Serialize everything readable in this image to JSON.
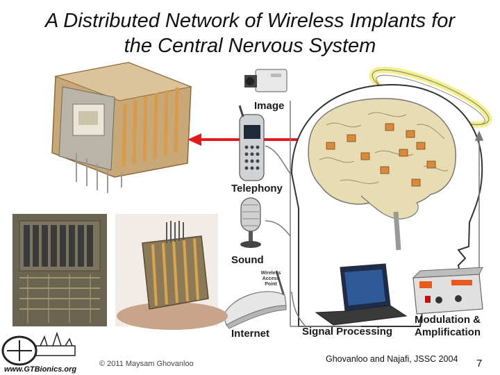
{
  "slide": {
    "title_line1": "A Distributed Network of Wireless Implants for",
    "title_line2": "the Central Nervous System",
    "page_number": "7",
    "copyright": "© 2011 Maysam Ghovanloo",
    "citation": "Ghovanloo and Najafi, JSSC 2004",
    "logo_url": "www.GTBionics.org"
  },
  "labels": {
    "image": "Image",
    "telephony": "Telephony",
    "sound": "Sound",
    "internet": "Internet",
    "signal_processing": "Signal Processing",
    "modulation_line1": "Modulation &",
    "modulation_line2": "Amplification",
    "access_point_line1": "Wireless",
    "access_point_line2": "Access",
    "access_point_line3": "Point"
  },
  "colors": {
    "arrow_red": "#e41a1a",
    "halo_yellow": "#f4f08a",
    "brain_tan": "#e7dcb2",
    "chip_orange": "#d98a3a",
    "connector_gray": "#7a7a7a"
  },
  "icons": {
    "camera": "camera-icon",
    "phone": "phone-icon",
    "microphone": "microphone-icon",
    "router": "router-icon",
    "laptop": "laptop-icon",
    "amplifier": "amplifier-box-icon",
    "logo": "gt-bionics-logo"
  }
}
